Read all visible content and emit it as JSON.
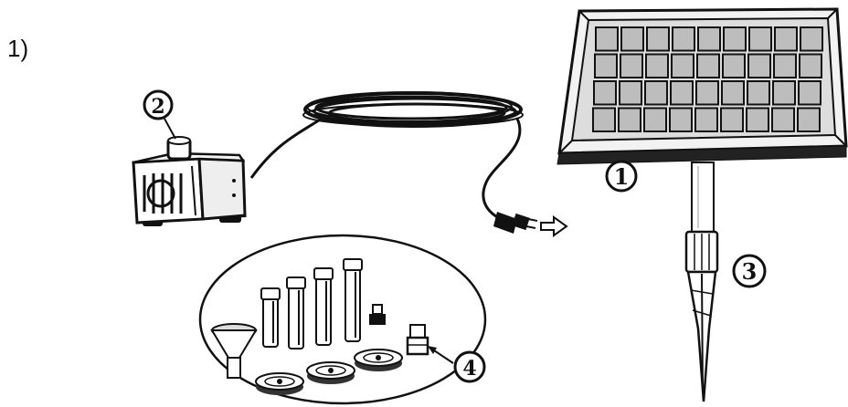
{
  "step_label": "1)",
  "callouts": {
    "panel": "1",
    "pump": "2",
    "stake": "3",
    "nozzles": "4"
  },
  "icons": [
    "solar-panel-icon",
    "water-pump-icon",
    "ground-stake-icon",
    "nozzle-set-icon",
    "cable-plug-icon"
  ]
}
